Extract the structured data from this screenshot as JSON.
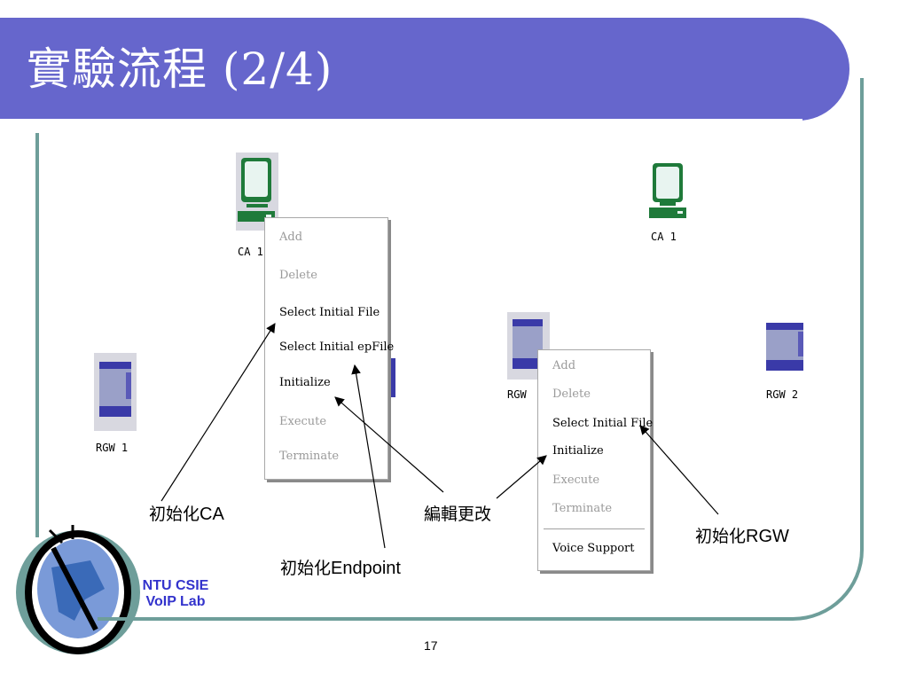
{
  "slide": {
    "title": "實驗流程 (2/4)",
    "page_number": "17"
  },
  "nodes": {
    "ca_left": "CA 1",
    "ca_right": "CA 1",
    "rgw_1": "RGW 1",
    "rgw_mid": "RGW",
    "rgw_2": "RGW 2"
  },
  "menu_ca": {
    "items": [
      {
        "label": "Add",
        "enabled": false
      },
      {
        "label": "Delete",
        "enabled": false
      },
      {
        "label": "Select Initial File",
        "enabled": true
      },
      {
        "label": "Select Initial epFile",
        "enabled": true
      },
      {
        "label": "Initialize",
        "enabled": true
      },
      {
        "label": "Execute",
        "enabled": false
      },
      {
        "label": "Terminate",
        "enabled": false
      }
    ]
  },
  "menu_rgw": {
    "items": [
      {
        "label": "Add",
        "enabled": false
      },
      {
        "label": "Delete",
        "enabled": false
      },
      {
        "label": "Select Initial File",
        "enabled": true
      },
      {
        "label": "Initialize",
        "enabled": true
      },
      {
        "label": "Execute",
        "enabled": false
      },
      {
        "label": "Terminate",
        "enabled": false
      },
      {
        "label": "Voice Support",
        "enabled": true
      }
    ]
  },
  "callouts": {
    "init_ca_zh": "初始化",
    "init_ca_en": "CA",
    "edit_change": "編輯更改",
    "init_endpoint_zh": "初始化",
    "init_endpoint_en": "Endpoint",
    "init_rgw_zh": "初始化",
    "init_rgw_en": "RGW"
  },
  "logo": {
    "line1": "NTU CSIE",
    "line2": "VoIP Lab"
  },
  "colors": {
    "title_bar": "#6666cc",
    "frame": "#6e9e9a",
    "logo_text": "#3333cc",
    "monitor_green": "#1f7a3a",
    "rgw_blue": "#3a3aa8"
  }
}
